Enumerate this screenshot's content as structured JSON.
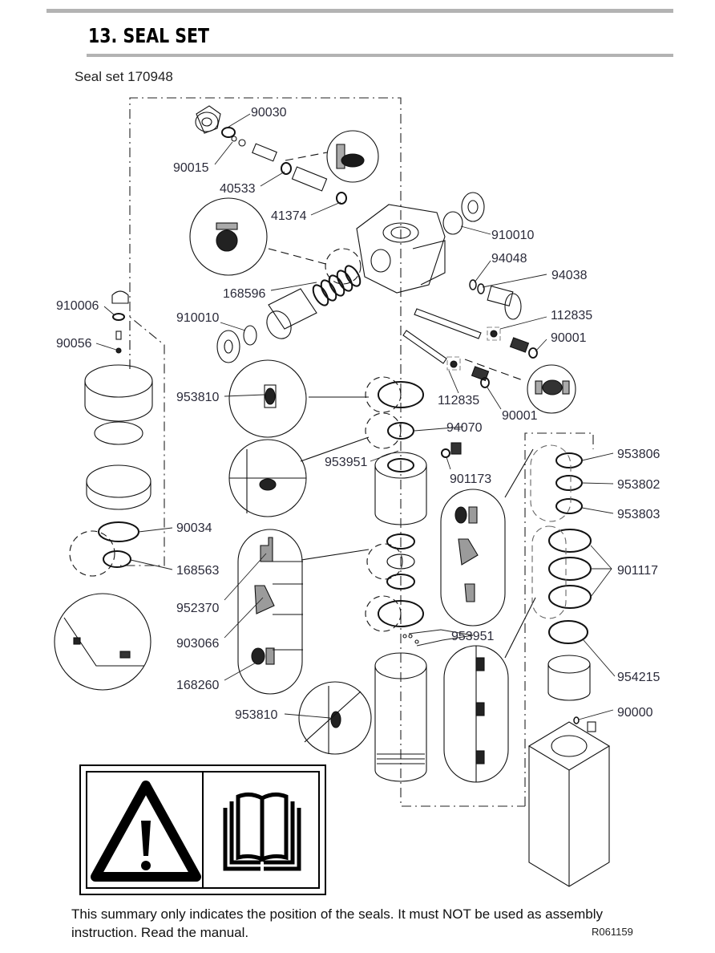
{
  "header": {
    "section_title": "13.  SEAL SET",
    "subtitle": "Seal set 170948"
  },
  "diagram": {
    "description": "Exploded view of hydraulic hammer with seal positions",
    "part_labels": {
      "p90030": "90030",
      "p90015": "90015",
      "p40533": "40533",
      "p41374": "41374",
      "p910010_top": "910010",
      "p94048": "94048",
      "p94038": "94038",
      "p168596": "168596",
      "p910006": "910006",
      "p910010_left": "910010",
      "p112835_top": "112835",
      "p90001_top": "90001",
      "p90056": "90056",
      "p953810_top": "953810",
      "p112835_bottom": "112835",
      "p90001_bottom": "90001",
      "p94070": "94070",
      "p953951_top": "953951",
      "p901173": "901173",
      "p953806": "953806",
      "p953802": "953802",
      "p953803": "953803",
      "p90034": "90034",
      "p168563": "168563",
      "p901117": "901117",
      "p952370": "952370",
      "p903066": "903066",
      "p953951_mid": "953951",
      "p168260": "168260",
      "p954215": "954215",
      "p953810_bottom": "953810",
      "p90000": "90000"
    }
  },
  "warning": {
    "icons": [
      "warning-triangle-icon",
      "manual-book-icon"
    ]
  },
  "footer": {
    "note": "This summary only indicates the position of the seals. It must NOT be used as assembly instruction. Read the manual.",
    "reference_code": "R061159"
  }
}
